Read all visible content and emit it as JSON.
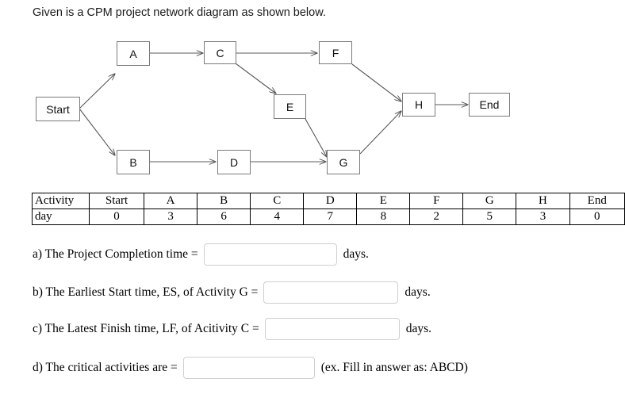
{
  "heading": "Given is a CPM project network diagram as shown below.",
  "diagram": {
    "nodes": [
      {
        "id": "start",
        "label": "Start"
      },
      {
        "id": "a",
        "label": "A"
      },
      {
        "id": "b",
        "label": "B"
      },
      {
        "id": "c",
        "label": "C"
      },
      {
        "id": "d",
        "label": "D"
      },
      {
        "id": "e",
        "label": "E"
      },
      {
        "id": "f",
        "label": "F"
      },
      {
        "id": "g",
        "label": "G"
      },
      {
        "id": "h",
        "label": "H"
      },
      {
        "id": "end",
        "label": "End"
      }
    ],
    "edges": [
      {
        "from": "start",
        "to": "a"
      },
      {
        "from": "start",
        "to": "b"
      },
      {
        "from": "a",
        "to": "c"
      },
      {
        "from": "b",
        "to": "d"
      },
      {
        "from": "c",
        "to": "f"
      },
      {
        "from": "c",
        "to": "e"
      },
      {
        "from": "d",
        "to": "g"
      },
      {
        "from": "e",
        "to": "g"
      },
      {
        "from": "f",
        "to": "h"
      },
      {
        "from": "g",
        "to": "h"
      },
      {
        "from": "h",
        "to": "end"
      }
    ]
  },
  "table": {
    "row_labels": [
      "Activity",
      "day"
    ],
    "activities": [
      "Start",
      "A",
      "B",
      "C",
      "D",
      "E",
      "F",
      "G",
      "H",
      "End"
    ],
    "days": [
      "0",
      "3",
      "6",
      "4",
      "7",
      "8",
      "2",
      "5",
      "3",
      "0"
    ]
  },
  "questions": [
    {
      "label": "a) The Project Completion time =",
      "value": "",
      "suffix": "days."
    },
    {
      "label": "b) The Earliest Start time, ES, of Activity G =",
      "value": "",
      "suffix": "days."
    },
    {
      "label": "c) The Latest Finish time, LF, of Acitivity C =",
      "value": "",
      "suffix": "days."
    },
    {
      "label": "d) The critical activities are =",
      "value": "",
      "suffix": "(ex. Fill in answer as: ABCD)"
    }
  ],
  "colors": {
    "node_border": "#7a7a7a",
    "edge_line": "#595959",
    "table_border": "#000000",
    "field_border": "#cfcfcf"
  }
}
